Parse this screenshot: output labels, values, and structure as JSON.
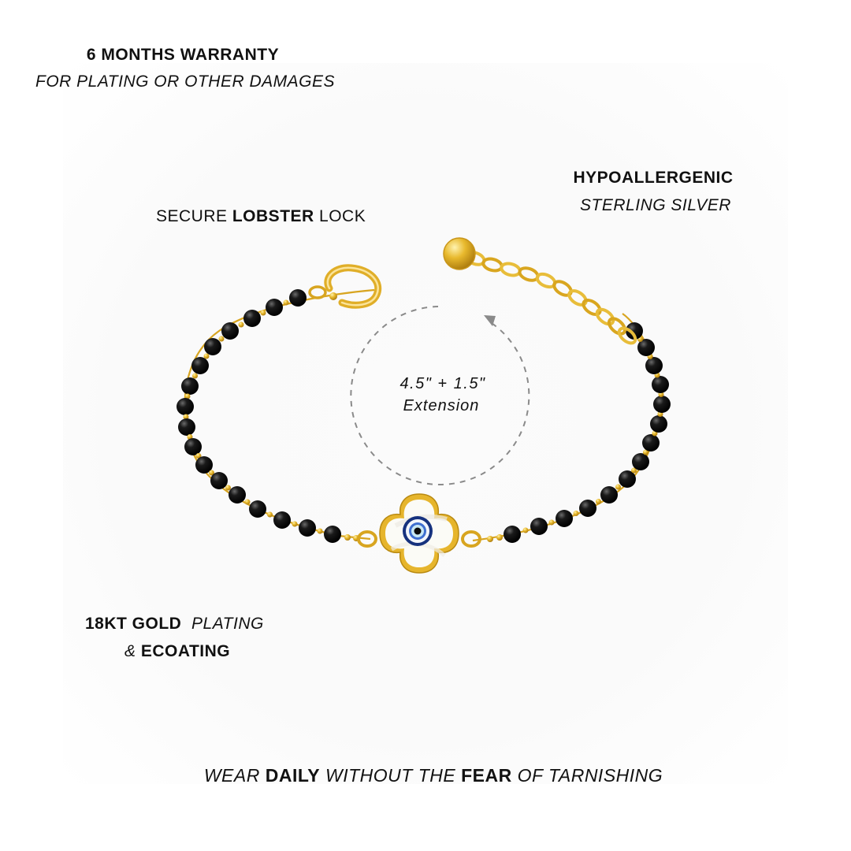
{
  "colors": {
    "gold": "#e3b52b",
    "gold_dark": "#b98a12",
    "bead": "#0c0c0c",
    "charm_face": "#fbfbf7",
    "evil_eye_blue": "#1d3f9c",
    "arrow_gray": "#888888"
  },
  "icons": [
    "lobster-clasp-icon",
    "clover-evil-eye-charm-icon",
    "rotation-arrow-icon"
  ],
  "warranty": {
    "title": "6 MONTHS WARRANTY",
    "subtitle": "FOR PLATING OR OTHER DAMAGES"
  },
  "material": {
    "title": "HYPOALLERGENIC",
    "subtitle": "STERLING SILVER"
  },
  "lock": {
    "part1": "SECURE ",
    "part2": "LOBSTER",
    "part3": " LOCK"
  },
  "plating": {
    "bold1": "18KT GOLD",
    "italic1": "PLATING",
    "amp": "& ",
    "bold2": "ECOATING"
  },
  "extension": {
    "line1": "4.5\" + 1.5\"",
    "line2": "Extension"
  },
  "tagline": {
    "w1": "WEAR ",
    "w2": "DAILY",
    "w3": " WITHOUT THE ",
    "w4": "FEAR",
    "w5": " OF TARNISHING"
  }
}
